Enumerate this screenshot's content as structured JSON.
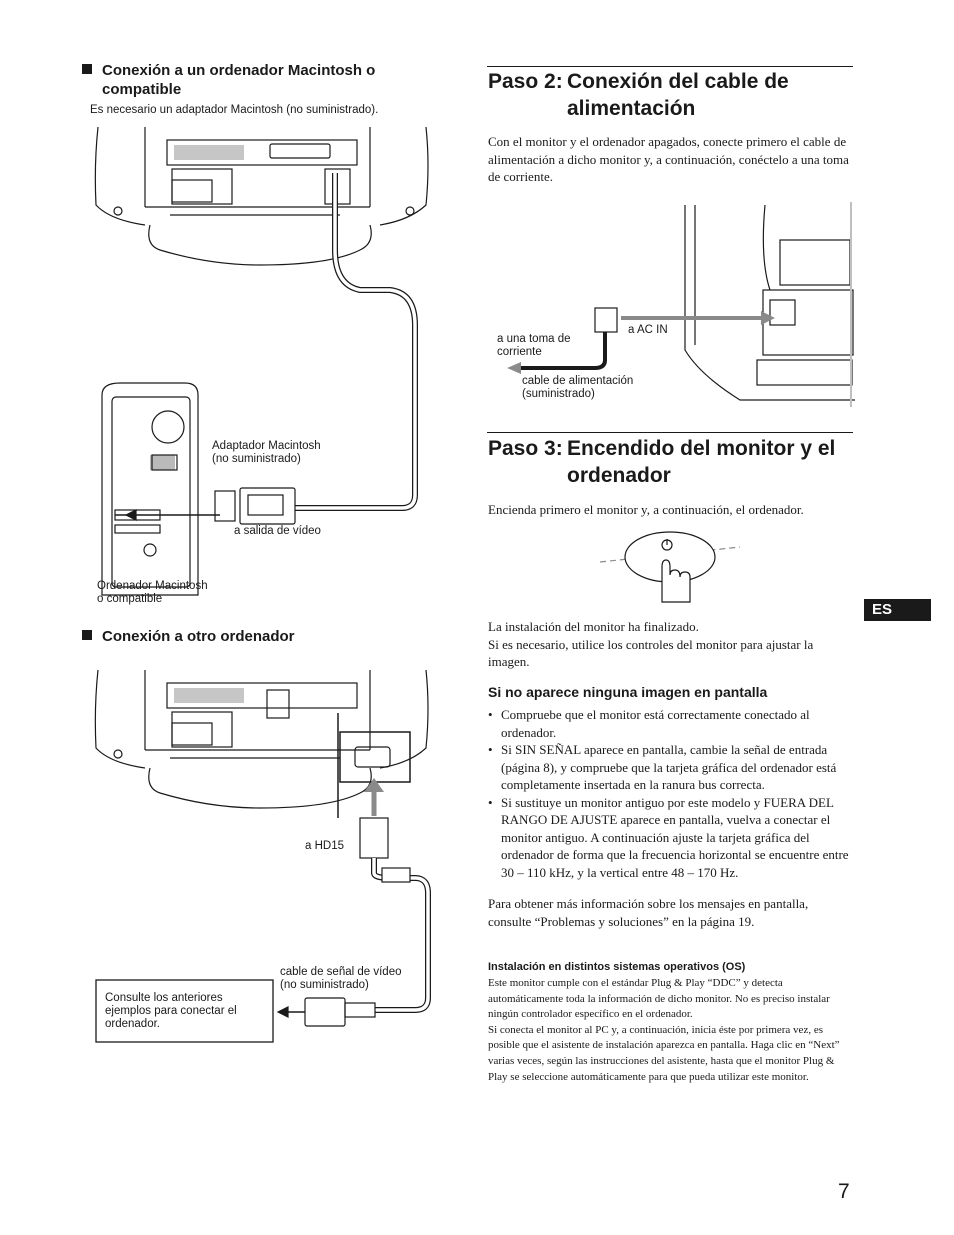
{
  "left": {
    "mac": {
      "heading": "Conexión a un ordenador Macintosh o compatible",
      "note": "Es necesario un adaptador Macintosh (no suministrado).",
      "labels": {
        "adapter_line1": "Adaptador Macintosh",
        "adapter_line2": "(no suministrado)",
        "video_out": "a salida de vídeo",
        "computer_line1": "Ordenador Macintosh",
        "computer_line2": "o compatible"
      }
    },
    "other": {
      "heading": "Conexión a otro ordenador",
      "labels": {
        "hd15": "a HD15",
        "cable_line1": "cable de señal de vídeo",
        "cable_line2": "(no suministrado)",
        "refer_line1": "Consulte los anteriores",
        "refer_line2": "ejemplos para conectar el",
        "refer_line3": "ordenador."
      }
    }
  },
  "step2": {
    "title_prefix": "Paso 2:",
    "title_line1": "Conexión del cable de",
    "title_line2": "alimentación",
    "body": "Con el monitor y el ordenador apagados, conecte primero el cable de alimentación a dicho monitor y, a continuación, conéctelo a una toma de corriente.",
    "labels": {
      "ac_in": "a AC IN",
      "outlet_line1": "a una toma de",
      "outlet_line2": "corriente",
      "power_line1": "cable de alimentación",
      "power_line2": "(suministrado)"
    }
  },
  "step3": {
    "title_prefix": "Paso 3:",
    "title_line1": "Encendido del monitor y el",
    "title_line2": "ordenador",
    "body": "Encienda primero el monitor y, a continuación, el ordenador.",
    "finished_1": "La instalación del monitor ha finalizado.",
    "finished_2": "Si es necesario, utilice los controles del monitor para ajustar la imagen.",
    "no_image": {
      "heading": "Si no aparece ninguna imagen en pantalla",
      "bullets": [
        "Compruebe que el monitor está correctamente conectado al ordenador.",
        "Si SIN SEÑAL aparece en pantalla, cambie la señal de entrada (página 8), y compruebe que la tarjeta gráfica del ordenador está completamente insertada en la ranura bus correcta.",
        "Si sustituye un monitor antiguo por este modelo y FUERA DEL RANGO DE AJUSTE aparece en pantalla, vuelva a conectar el monitor antiguo. A continuación ajuste la tarjeta gráfica del ordenador de forma que la frecuencia horizontal se encuentre entre 30 – 110 kHz, y la vertical entre 48 – 170 Hz."
      ],
      "more_info": "Para obtener más información sobre los mensajes en pantalla, consulte “Problemas y soluciones” en la página 19."
    },
    "os": {
      "heading": "Instalación en distintos sistemas operativos (OS)",
      "para1": "Este monitor cumple con el estándar Plug & Play “DDC” y detecta automáticamente toda la información de dicho monitor. No es preciso instalar ningún controlador específico en el ordenador.",
      "para2": "Si conecta el monitor al PC y, a continuación, inicia éste por primera vez, es posible que el asistente de instalación aparezca en pantalla. Haga clic en “Next” varias veces, según las instrucciones del asistente, hasta que el monitor Plug & Play se seleccione automáticamente para que pueda utilizar este monitor."
    }
  },
  "lang_tab": "ES",
  "page_number": "7"
}
